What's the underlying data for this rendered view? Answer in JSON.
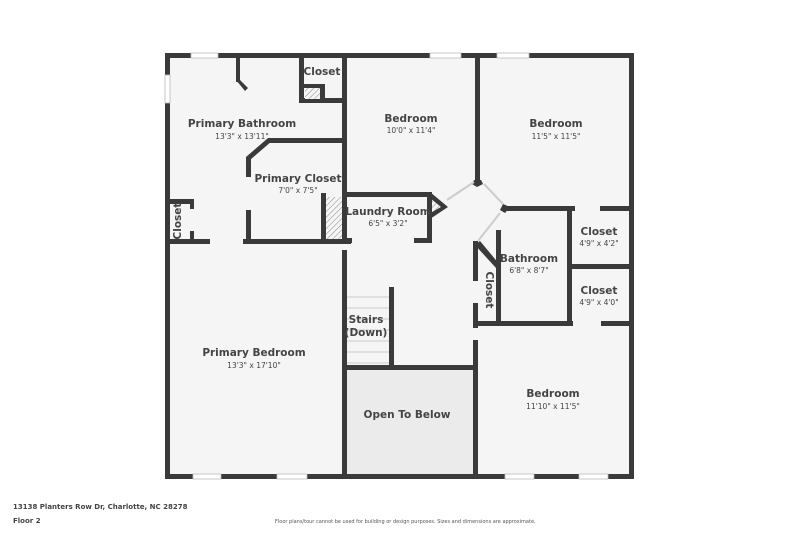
{
  "colors": {
    "wall": "#3a3a3a",
    "floor": "#f5f5f5",
    "open_to_below": "#ebebeb",
    "text": "#444444"
  },
  "floor_plan": {
    "rooms": [
      {
        "id": "primary-bathroom",
        "name": "Primary Bathroom",
        "dimensions": "13'3\" x 13'11\""
      },
      {
        "id": "closet-top",
        "name": "Closet",
        "dimensions": ""
      },
      {
        "id": "bedroom-1",
        "name": "Bedroom",
        "dimensions": "10'0\" x 11'4\""
      },
      {
        "id": "bedroom-2",
        "name": "Bedroom",
        "dimensions": "11'5\" x 11'5\""
      },
      {
        "id": "primary-closet",
        "name": "Primary Closet",
        "dimensions": "7'0\" x 7'5\""
      },
      {
        "id": "laundry-room",
        "name": "Laundry Room",
        "dimensions": "6'5\" x 3'2\""
      },
      {
        "id": "closet-left",
        "name": "Closet",
        "dimensions": ""
      },
      {
        "id": "bathroom",
        "name": "Bathroom",
        "dimensions": "6'8\" x 8'7\""
      },
      {
        "id": "closet-right-top",
        "name": "Closet",
        "dimensions": "4'9\" x 4'2\""
      },
      {
        "id": "closet-right-bottom",
        "name": "Closet",
        "dimensions": "4'9\" x 4'0\""
      },
      {
        "id": "closet-hall",
        "name": "Closet",
        "dimensions": ""
      },
      {
        "id": "stairs",
        "name": "Stairs",
        "name_line2": "(Down)",
        "dimensions": ""
      },
      {
        "id": "primary-bedroom",
        "name": "Primary Bedroom",
        "dimensions": "13'3\" x 17'10\""
      },
      {
        "id": "open-to-below",
        "name": "Open To Below",
        "dimensions": ""
      },
      {
        "id": "bedroom-3",
        "name": "Bedroom",
        "dimensions": "11'10\" x 11'5\""
      }
    ]
  },
  "footer": {
    "address": "13138 Planters Row Dr, Charlotte, NC 28278",
    "floor": "Floor 2",
    "disclaimer": "Floor plans/tour cannot be used for building or design purposes. Sizes and dimensions are approximate."
  }
}
